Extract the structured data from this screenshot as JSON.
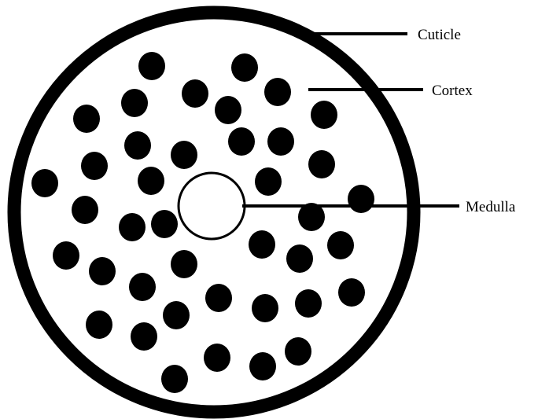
{
  "labels": {
    "cuticle": "Cuticle",
    "cortex": "Cortex",
    "medulla": "Medulla"
  },
  "colors": {
    "ink": "#000000",
    "paper": "#ffffff"
  }
}
